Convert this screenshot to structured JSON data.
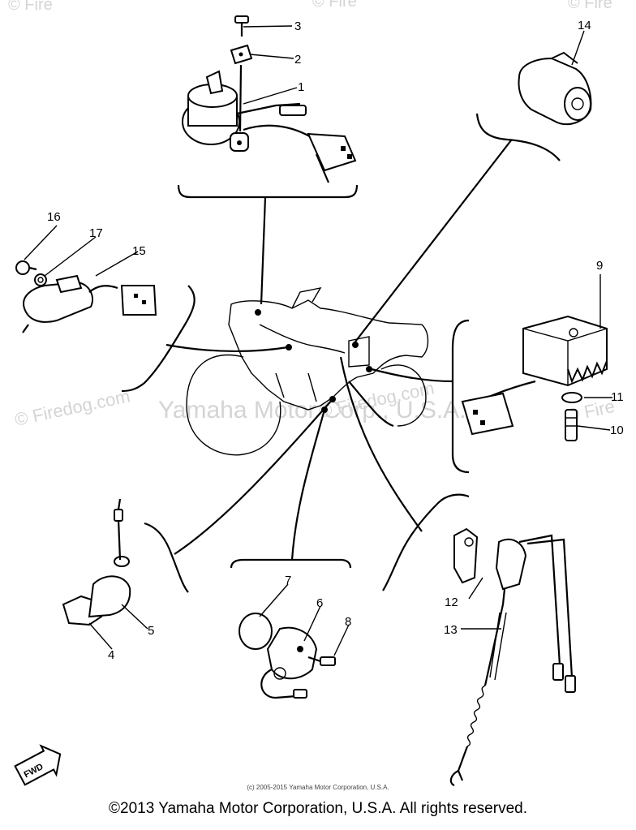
{
  "watermarks": {
    "firedog": "© Firedog.com",
    "firedog_short": "© Fire",
    "yamaha": "Yamaha Motor Corp., U.S.A."
  },
  "callouts": [
    "1",
    "2",
    "3",
    "4",
    "5",
    "6",
    "7",
    "8",
    "9",
    "10",
    "11",
    "12",
    "13",
    "14",
    "15",
    "16",
    "17"
  ],
  "fwd_label": "FWD",
  "small_credit": "(c) 2005-2015 Yamaha Motor Corporation, U.S.A.",
  "copyright": "©2013 Yamaha Motor Corporation, U.S.A. All rights reserved."
}
